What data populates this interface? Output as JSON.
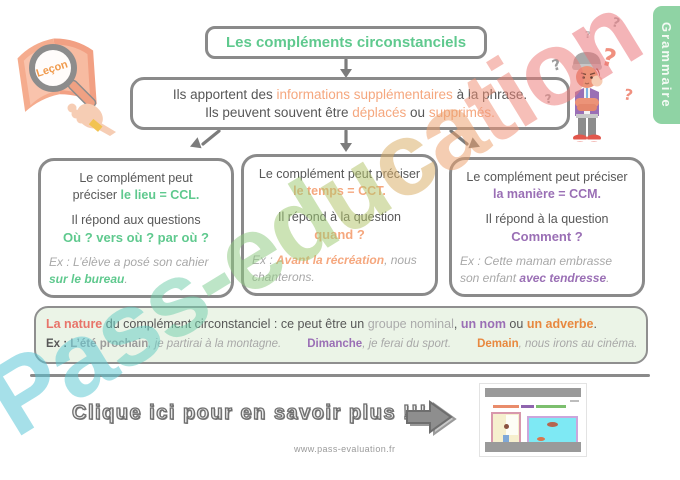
{
  "meta": {
    "category_tab": "Grammaire",
    "badge": "Leçon",
    "footer_url": "www.pass-evaluation.fr"
  },
  "watermark": {
    "text": "Pass-education",
    "letter_colors": [
      "#55C5D6",
      "#5CC9D3",
      "#66CDC3",
      "#73CFAC",
      "#82CE95",
      "#8FCB82",
      "#9ECA73",
      "#B4C56B",
      "#DAAE66",
      "#ECA06C",
      "#F09276",
      "#EF8678",
      "#ED7B79",
      "#EB7077"
    ]
  },
  "colors": {
    "green": "#5FC98E",
    "orange": "#F5A77E",
    "purple": "#9A6FB5",
    "coral": "#E8746A",
    "dark_orange": "#E8883F",
    "gray_text": "#575757",
    "gray_light": "#ABABAB",
    "box_border": "#8A8A8A",
    "nature_bg": "#EBF4E7",
    "tab_green": "#8FD3A4"
  },
  "title": "Les compléments circonstanciels",
  "intro": {
    "l1_pre": "Ils apportent des ",
    "l1_hl": "informations supplémentaires",
    "l1_post": " à la phrase.",
    "l2_pre": "Ils peuvent souvent être ",
    "l2_hl1": "déplacés",
    "l2_mid": " ou ",
    "l2_hl2": "supprimés."
  },
  "boxes": {
    "lieu": {
      "intro_l1": "Le complément peut",
      "intro_l2_pre": "préciser ",
      "intro_l2_hl": "le lieu = CCL.",
      "q_l1": "Il répond aux questions",
      "q_l2": "Où ? vers où ? par où ?",
      "ex_pre": "Ex : L’élève a posé son cahier ",
      "ex_hl": "sur le bureau",
      "ex_post": "."
    },
    "temps": {
      "intro_l1": "Le complément peut préciser",
      "intro_l2_hl": "le temps = CCT.",
      "q_l1": "Il répond à la question",
      "q_l2": "quand ?",
      "ex_pre": "Ex : ",
      "ex_hl": "Avant la récréation",
      "ex_post": ", nous chanterons."
    },
    "maniere": {
      "intro_l1": "Le complément peut préciser",
      "intro_l2_hl": "la manière = CCM.",
      "q_l1": "Il répond à la question",
      "q_l2": "Comment ?",
      "ex_pre": "Ex : Cette maman embrasse son enfant ",
      "ex_hl": "avec tendresse",
      "ex_post": "."
    }
  },
  "nature": {
    "hl_nature": "La nature",
    "mid1": " du complément circonstanciel : ce peut être un ",
    "hl_gn": "groupe nominal",
    "mid2": ", ",
    "hl_nom": "un nom",
    "mid3": " ou ",
    "hl_adv": "un adverbe",
    "end": ".",
    "ex_label": "Ex : ",
    "ex1_hl": "L’été prochain",
    "ex1_rest": ", je partirai à la montagne.",
    "ex2_hl": "Dimanche",
    "ex2_rest": ", je ferai du sport.",
    "ex3_hl": "Demain",
    "ex3_rest": ", nous irons au cinéma."
  },
  "cta": {
    "label": "Clique ici pour en savoir plus !!!"
  }
}
